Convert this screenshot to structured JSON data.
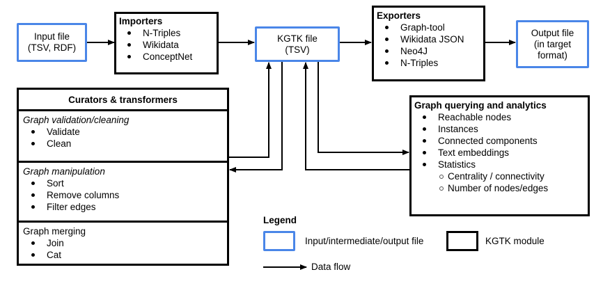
{
  "input_file": {
    "label": "Input file\n(TSV, RDF)"
  },
  "importers": {
    "title": "Importers",
    "items": [
      "N-Triples",
      "Wikidata",
      "ConceptNet"
    ]
  },
  "kgtk_file": {
    "label": "KGTK file\n(TSV)"
  },
  "exporters": {
    "title": "Exporters",
    "items": [
      "Graph-tool",
      "Wikidata JSON",
      "Neo4J",
      "N-Triples"
    ]
  },
  "output_file": {
    "label": "Output file\n(in target\nformat)"
  },
  "curators": {
    "title": "Curators & transformers",
    "sections": [
      {
        "heading": "Graph validation/cleaning",
        "items": [
          "Validate",
          "Clean"
        ]
      },
      {
        "heading": "Graph manipulation",
        "items": [
          "Sort",
          "Remove columns",
          "Filter edges"
        ]
      },
      {
        "heading": "Graph merging",
        "items": [
          "Join",
          "Cat"
        ]
      }
    ]
  },
  "querying": {
    "title": "Graph querying and analytics",
    "items": [
      "Reachable nodes",
      "Instances",
      "Connected components",
      "Text embeddings",
      "Statistics"
    ],
    "sub_items": [
      "Centrality / connectivity",
      "Number of nodes/edges"
    ]
  },
  "legend": {
    "title": "Legend",
    "file_label": "Input/intermediate/output file",
    "module_label": "KGTK module",
    "flow_label": "Data flow"
  },
  "colors": {
    "file_border": "#4a86e8",
    "module_border": "#000000"
  }
}
